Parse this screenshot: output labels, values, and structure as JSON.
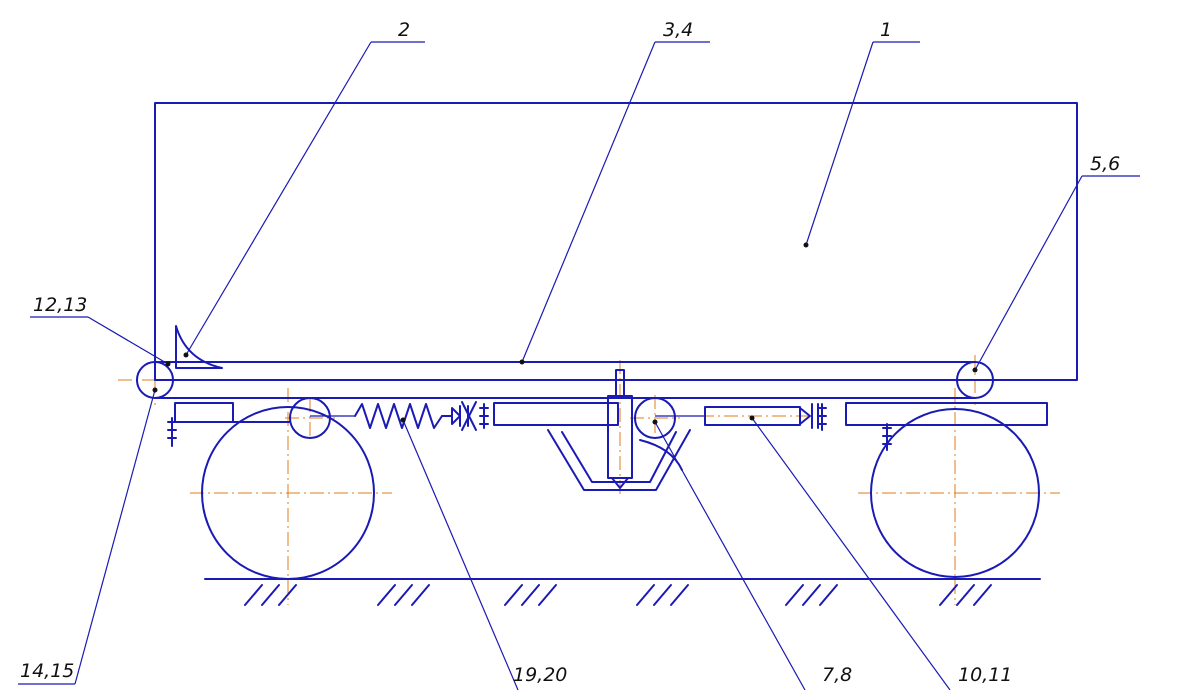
{
  "diagram": {
    "labels": {
      "l1": "1",
      "l2": "2",
      "l34": "3,4",
      "l56": "5,6",
      "l1213": "12,13",
      "l1415": "14,15",
      "l1920": "19,20",
      "l78": "7,8",
      "l1011": "10,11"
    },
    "colors": {
      "line": "#1a1ab4",
      "axis": "#e07b1a",
      "label": "#111111"
    }
  }
}
